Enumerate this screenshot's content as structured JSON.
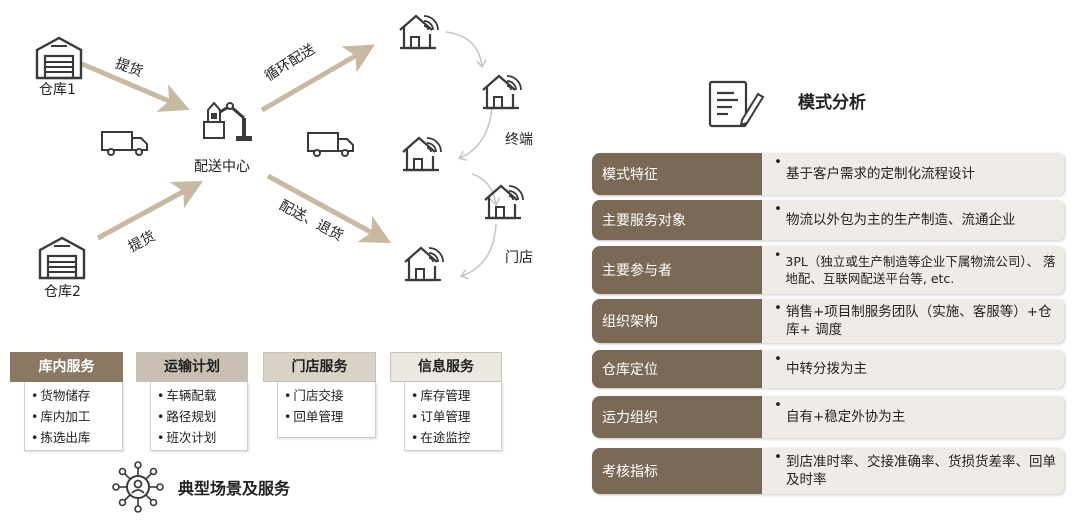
{
  "diagram": {
    "warehouse1": "仓库1",
    "warehouse2": "仓库2",
    "center": "配送中心",
    "pickup_top": "提货",
    "pickup_bottom": "提货",
    "loop_delivery": "循环配送",
    "delivery_return": "配送、退货",
    "terminal": "终端",
    "store": "门店"
  },
  "services": [
    {
      "title": "库内服务",
      "items": [
        "货物储存",
        "库内加工",
        "拣选出库"
      ],
      "color": "#8a7862",
      "text_color": "#ffffff"
    },
    {
      "title": "运输计划",
      "items": [
        "车辆配载",
        "路径规划",
        "班次计划"
      ],
      "color": "#c9c0b3",
      "text_color": "#1e1e1e"
    },
    {
      "title": "门店服务",
      "items": [
        "门店交接",
        "回单管理"
      ],
      "color": "#d9d2c7",
      "text_color": "#1e1e1e"
    },
    {
      "title": "信息服务",
      "items": [
        "库存管理",
        "订单管理",
        "在途监控"
      ],
      "color": "#ebe7e1",
      "text_color": "#1e1e1e"
    }
  ],
  "typical_caption": "典型场景及服务",
  "mode_title": "模式分析",
  "table": [
    {
      "label": "模式特征",
      "value": "基于客户需求的定制化流程设计"
    },
    {
      "label": "主要服务对象",
      "value": "物流以外包为主的生产制造、流通企业"
    },
    {
      "label": "主要参与者",
      "value": "3PL（独立或生产制造等企业下属物流公司）、 落地配、互联网配送平台等, etc."
    },
    {
      "label": "组织架构",
      "value": "销售+项目制服务团队（实施、客服等）+仓库+ 调度"
    },
    {
      "label": "仓库定位",
      "value": "中转分拨为主"
    },
    {
      "label": "运力组织",
      "value": "自有+稳定外协为主"
    },
    {
      "label": "考核指标",
      "value": "到店准时率、交接准确率、货损货差率、回单及时率"
    }
  ],
  "colors": {
    "accent_dark": "#7a6955",
    "row_bg": "#efece7",
    "arrow": "#c8b9a3",
    "icon": "#3a3a3a"
  }
}
